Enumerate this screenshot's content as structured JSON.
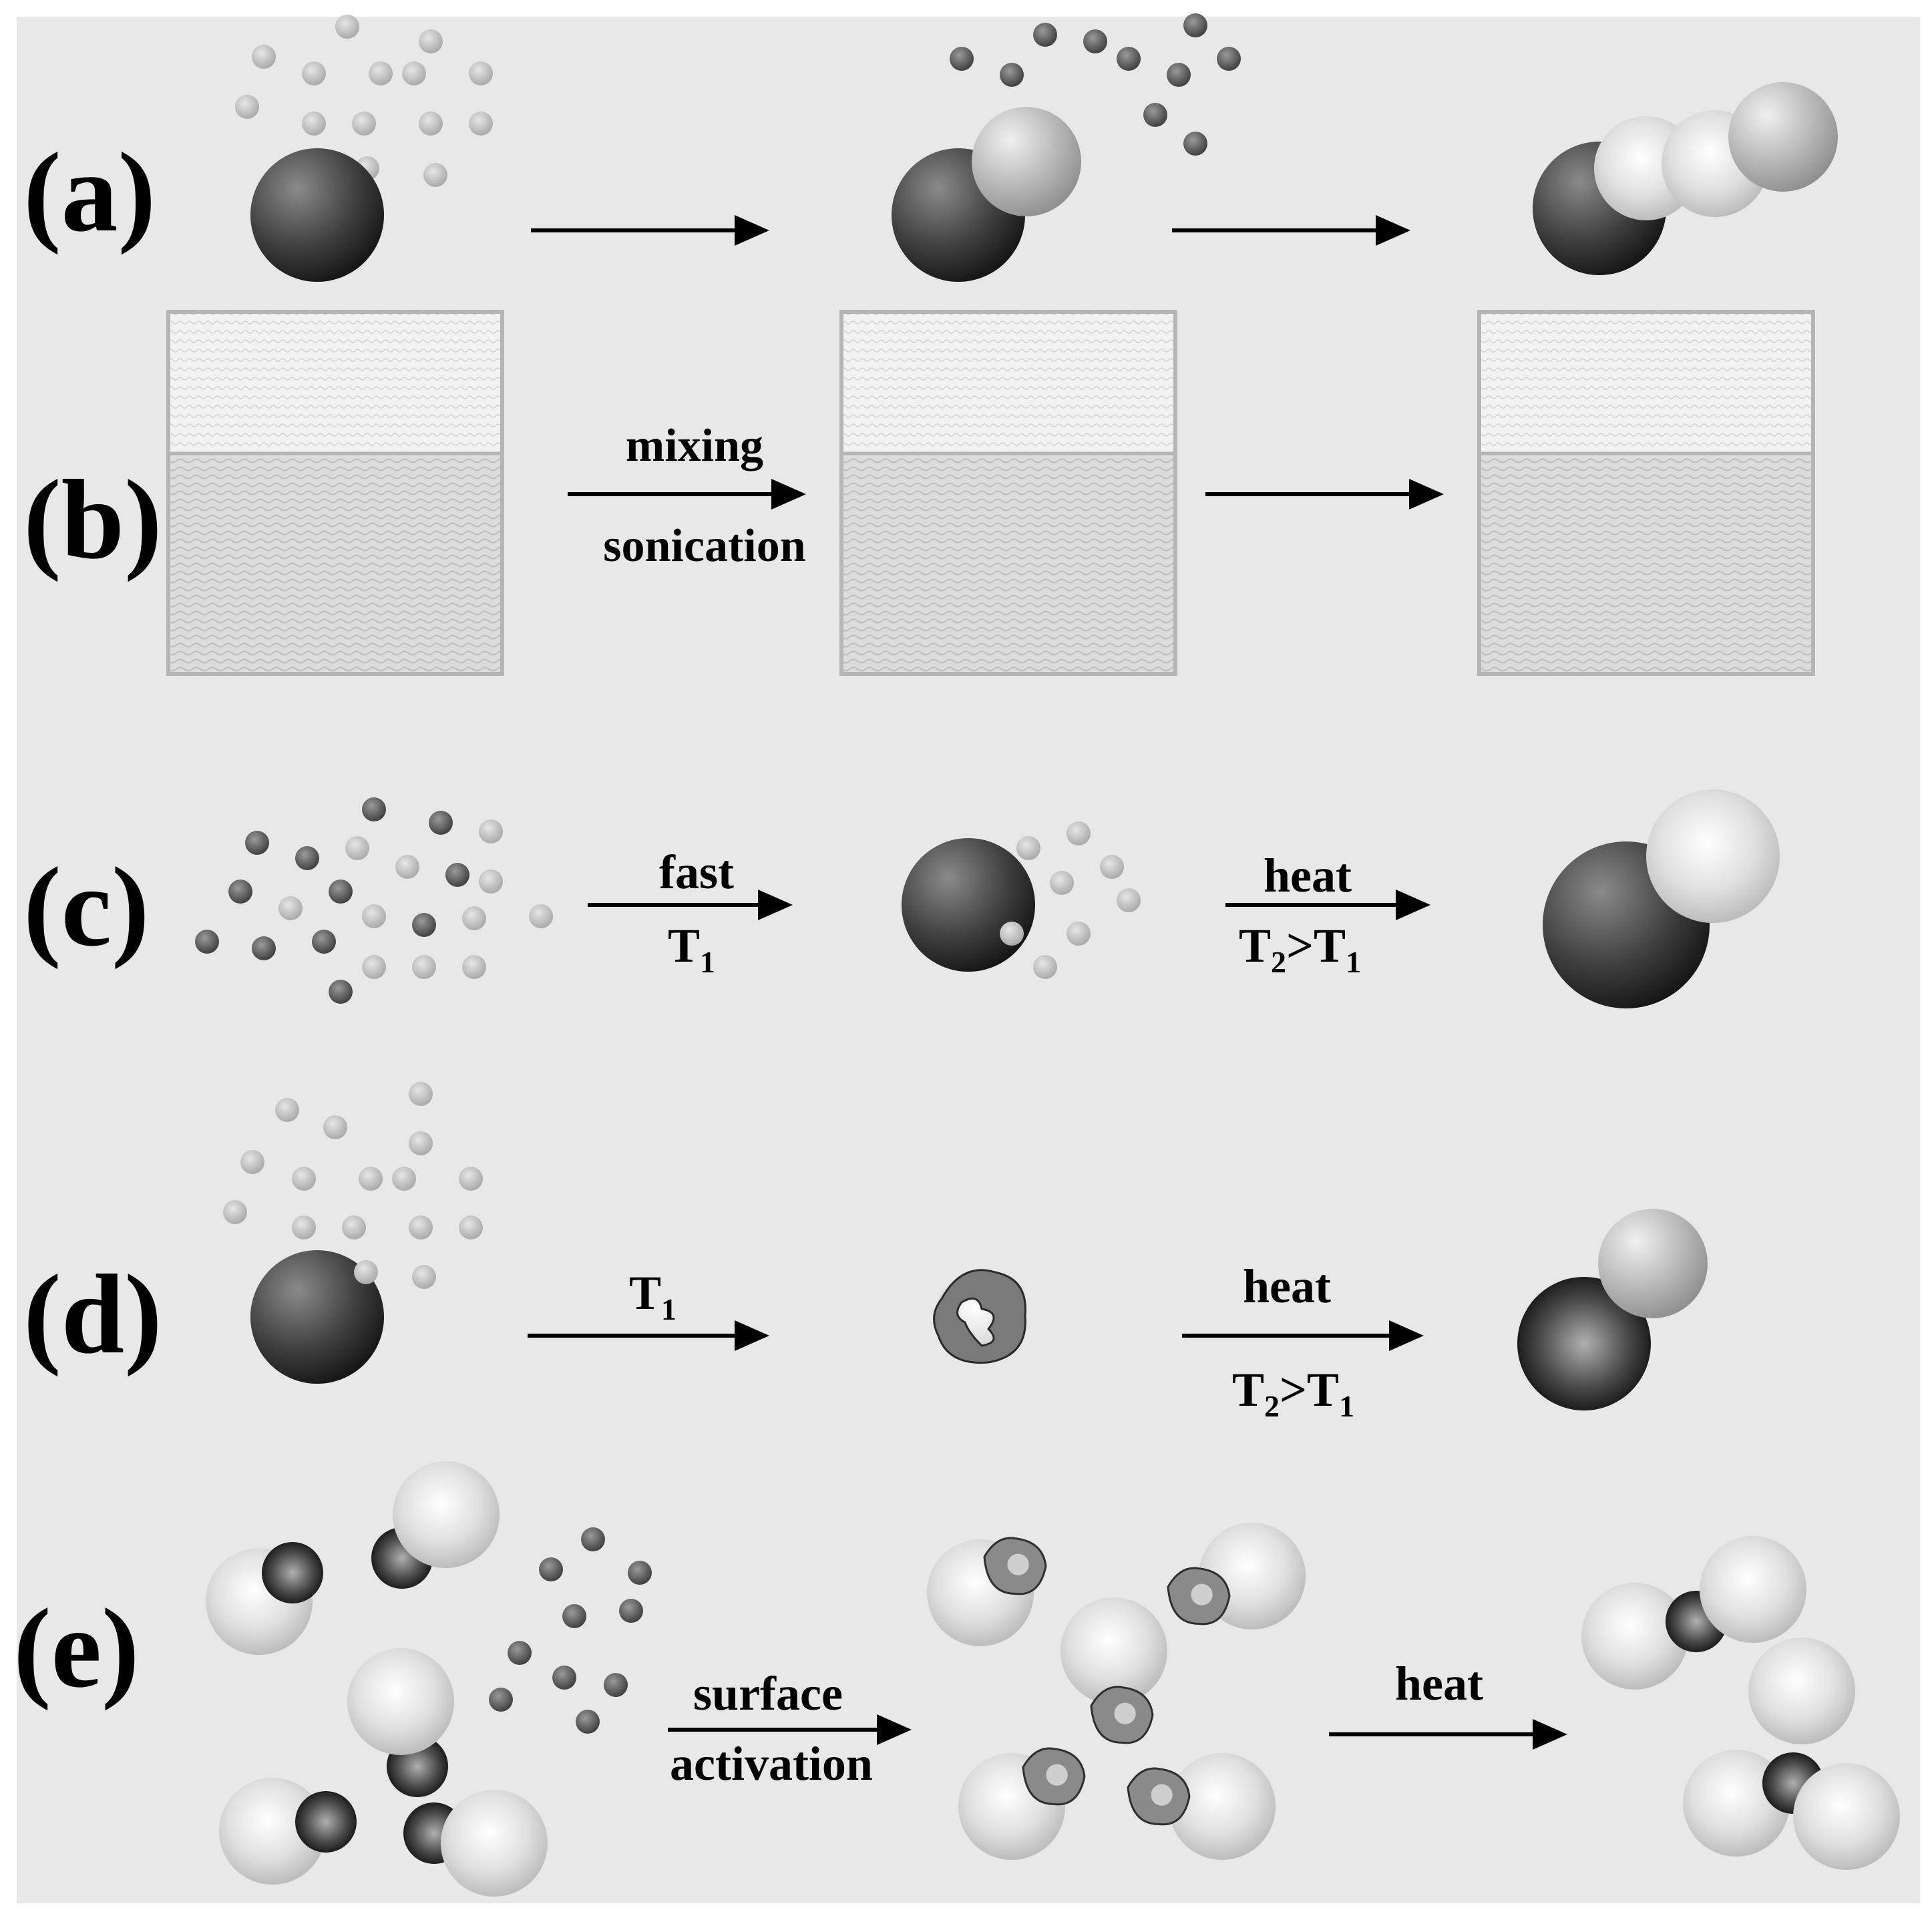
{
  "panels": {
    "a": {
      "label": "(a)"
    },
    "b": {
      "label": "(b)",
      "arrow1_top": "mixing",
      "arrow1_bottom": "sonication"
    },
    "c": {
      "label": "(c)",
      "arrow1_top": "fast",
      "arrow1_bottom_main": "T",
      "arrow1_bottom_sub": "1",
      "arrow2_top": "heat",
      "arrow2_bottom_a": "T",
      "arrow2_bottom_a_sub": "2",
      "arrow2_bottom_gt": ">T",
      "arrow2_bottom_b_sub": "1"
    },
    "d": {
      "label": "(d)",
      "arrow1_top_main": "T",
      "arrow1_top_sub": "1",
      "arrow2_top": "heat",
      "arrow2_bottom_a": "T",
      "arrow2_bottom_a_sub": "2",
      "arrow2_bottom_gt": ">T",
      "arrow2_bottom_b_sub": "1"
    },
    "e": {
      "label": "(e)",
      "arrow1_top": "surface",
      "arrow1_bottom": "activation",
      "arrow2_top": "heat"
    }
  },
  "colors": {
    "background": "#e8e8e8",
    "text": "#000000",
    "box_border": "#b5b5b5"
  }
}
